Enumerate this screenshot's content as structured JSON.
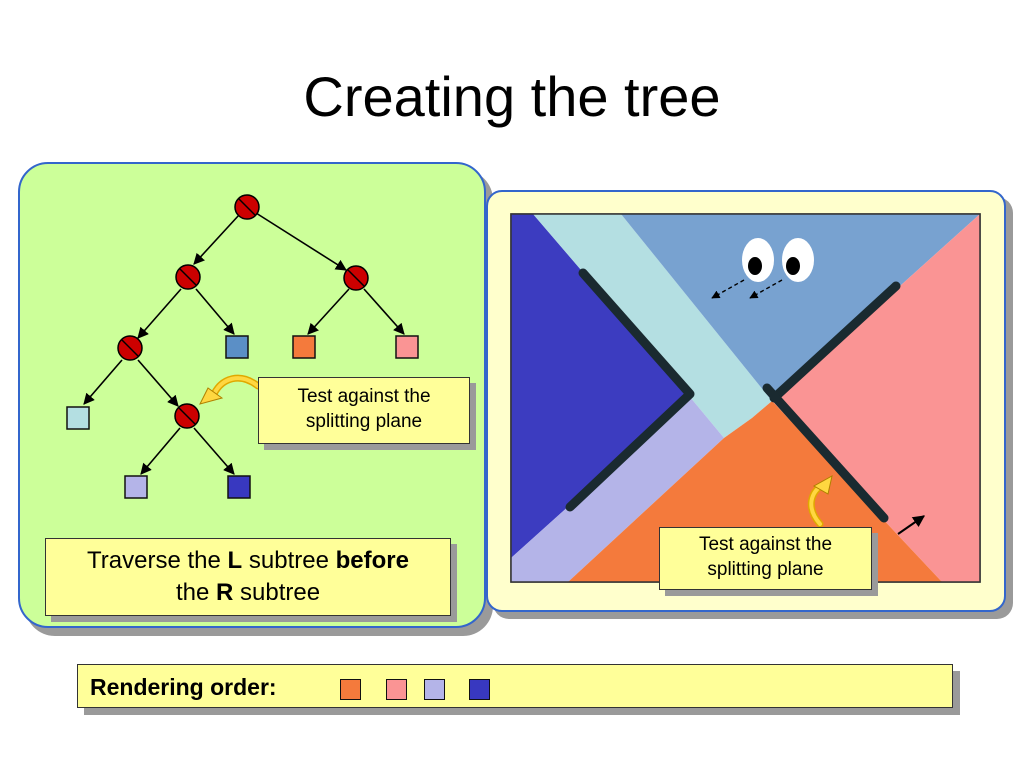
{
  "title": "Creating the tree",
  "tree_callout": {
    "line1": "Test against the",
    "line2": "splitting plane"
  },
  "scene_callout": {
    "line1": "Test against the",
    "line2": "splitting plane"
  },
  "traverse_note": {
    "part1": "Traverse the ",
    "part2": "L",
    "part3": " subtree ",
    "part4": "before",
    "part5": "the ",
    "part6": "R",
    "part7": " subtree"
  },
  "rendering_order": {
    "label": "Rendering order:",
    "swatches": [
      "#f47a3c",
      "#fa9494",
      "#b4b4e8",
      "#3838c0"
    ]
  },
  "colors": {
    "node_fill": "#cc0000",
    "green_bg": "#ccff99",
    "yellow_bg": "#ffffcc",
    "callout_bg": "#ffff99",
    "panel_border": "#3366cc",
    "scene_dark_blue": "#3c3cc0",
    "scene_light_cyan": "#b4dfe2",
    "scene_mid_blue": "#78a2d0",
    "scene_pink": "#fa9494",
    "scene_lavender": "#b4b4e8",
    "scene_orange": "#f47a3c",
    "leaf_light_cyan": "#b4dfe2",
    "leaf_mid_blue": "#5b8fc6",
    "leaf_orange": "#f47a3c",
    "leaf_pink": "#fa9494",
    "leaf_lavender": "#b4b4e8",
    "leaf_dark_blue": "#3838c0"
  },
  "icons": [
    "eyes-icon",
    "curved-arrow-icon",
    "normal-arrow-icon",
    "node-slash-icon"
  ]
}
